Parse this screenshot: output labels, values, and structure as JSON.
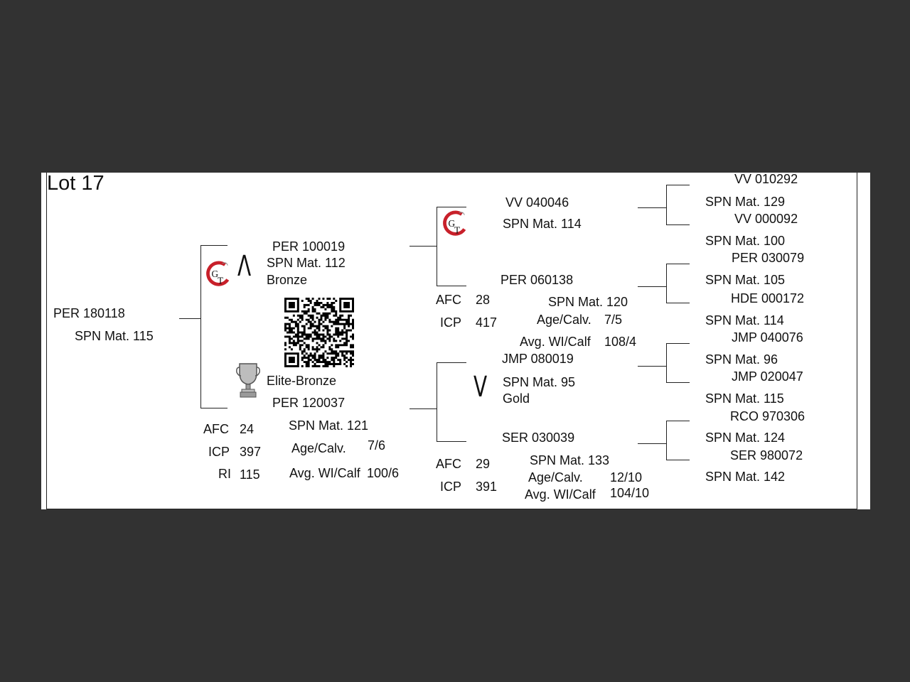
{
  "lot_title": "Lot 17",
  "subject": {
    "id": "PER 180118",
    "spn": "SPN Mat. 115"
  },
  "sire": {
    "id": "PER 100019",
    "spn": "SPN Mat. 112",
    "medal": "Bronze",
    "symbol": "Λ",
    "afc_label": "AFC",
    "afc": "28",
    "icp_label": "ICP",
    "icp": "417",
    "sire": {
      "id": "VV 040046",
      "spn": "SPN Mat. 114",
      "sire": {
        "id": "VV 010292",
        "spn": "SPN Mat. 129"
      },
      "dam": {
        "id": "VV 000092",
        "spn": "SPN Mat. 100"
      }
    },
    "dam": {
      "id": "PER 060138",
      "spn": "SPN Mat. 120",
      "age_label": "Age/Calv.",
      "age": "7/5",
      "wi_label": "Avg. WI/Calf",
      "wi": "108/4",
      "sire": {
        "id": "PER 030079",
        "spn": "SPN Mat. 105"
      },
      "dam": {
        "id": "HDE 000172",
        "spn": "SPN Mat. 114"
      }
    }
  },
  "dam": {
    "id": "PER 120037",
    "spn": "SPN Mat. 121",
    "award": "Elite-Bronze",
    "afc_label": "AFC",
    "afc": "24",
    "icp_label": "ICP",
    "icp": "397",
    "ri_label": "RI",
    "ri": "115",
    "age_label": "Age/Calv.",
    "age": "7/6",
    "wi_label": "Avg. WI/Calf",
    "wi": "100/6",
    "sire": {
      "id": "JMP 080019",
      "spn": "SPN Mat. 95",
      "medal": "Gold",
      "symbol": "V",
      "sire": {
        "id": "JMP 040076",
        "spn": "SPN Mat. 96"
      },
      "dam": {
        "id": "JMP 020047",
        "spn": "SPN Mat. 115"
      }
    },
    "dam": {
      "id": "SER 030039",
      "spn": "SPN Mat. 133",
      "afc_label": "AFC",
      "afc": "29",
      "icp_label": "ICP",
      "icp": "391",
      "age_label": "Age/Calv.",
      "age": "12/10",
      "wi_label": "Avg. WI/Calf",
      "wi": "104/10",
      "sire": {
        "id": "RCO 970306",
        "spn": "SPN Mat. 124"
      },
      "dam": {
        "id": "SER 980072",
        "spn": "SPN Mat. 142"
      }
    }
  },
  "icons": {
    "breeder_logo": "gt-logo-icon",
    "qr": "qr-code-icon",
    "trophy": "trophy-icon"
  },
  "colors": {
    "background": "#323232",
    "sheet": "#ffffff",
    "logo_red": "#c8202a"
  }
}
